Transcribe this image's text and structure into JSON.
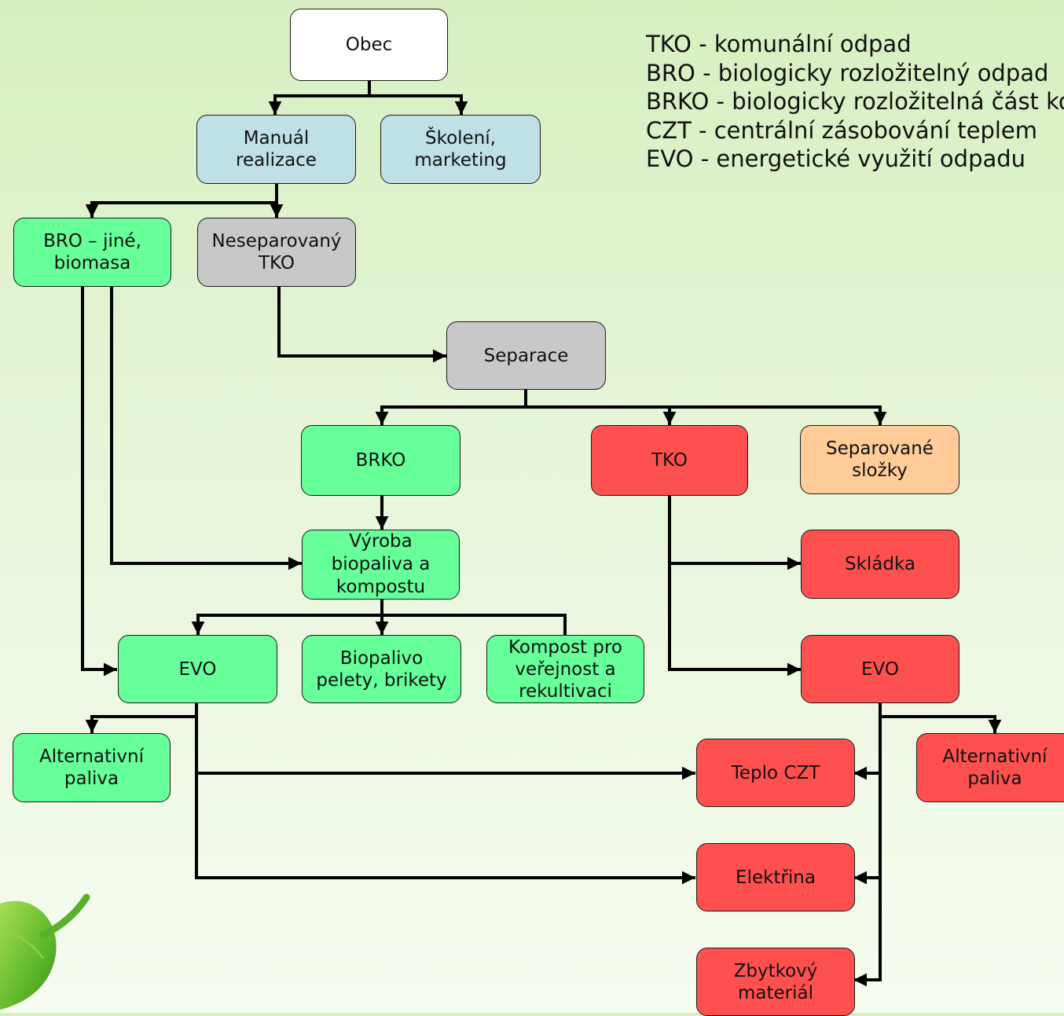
{
  "colors": {
    "white": "#ffffff",
    "blue": "#bfe0e4",
    "green": "#66ff99",
    "grey": "#c8c8c8",
    "red": "#ff5050",
    "orange": "#ffcc99",
    "line": "#000000"
  },
  "legend": [
    "TKO - komunální odpad",
    "BRO - biologicky rozložitelný odpad",
    "BRKO - biologicky rozložitelná část komunálního odpadu",
    "CZT - centrální zásobování teplem",
    "EVO - energetické využití odpadu"
  ],
  "nodes": {
    "obec": "Obec",
    "manual": "Manuál realizace",
    "skoleni": "Školení, marketing",
    "bro": "BRO – jiné, biomasa",
    "neseparovany": "Neseparovaný TKO",
    "separace": "Separace",
    "brko": "BRKO",
    "tko": "TKO",
    "separovane": "Separované složky",
    "vyroba": "Výroba biopaliva a kompostu",
    "skladka": "Skládka",
    "evo_green": "EVO",
    "biopalivo": "Biopalivo pelety, brikety",
    "kompost": "Kompost pro veřejnost a rekultivaci",
    "evo_red": "EVO",
    "alt_green": "Alternativní paliva",
    "teplo": "Teplo CZT",
    "alt_red": "Alternativní paliva",
    "elektrina": "Elektřina",
    "zbytkovy": "Zbytkový materiál"
  }
}
